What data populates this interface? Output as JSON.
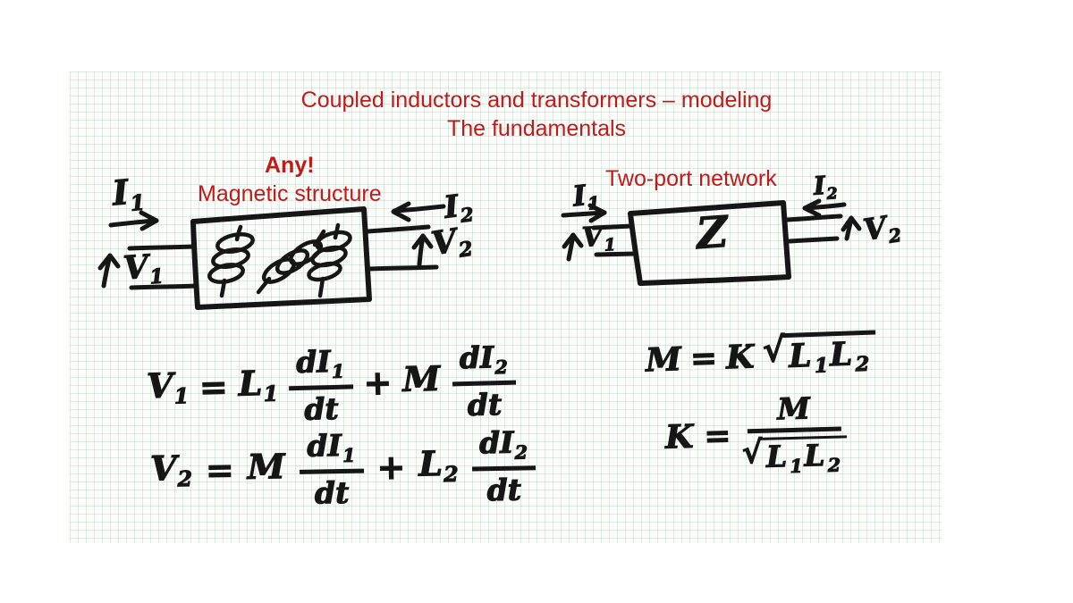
{
  "page": {
    "title_line1": "Coupled inductors and transformers  – modeling",
    "title_line2": "The fundamentals"
  },
  "left_diagram": {
    "heading_emphasis": "Any!",
    "heading": "Magnetic structure",
    "label_i1": "I",
    "label_i1_sub": "1",
    "label_v1": "V",
    "label_v1_sub": "1",
    "label_i2": "I",
    "label_i2_sub": "2",
    "label_v2": "V",
    "label_v2_sub": "2"
  },
  "right_diagram": {
    "heading": "Two-port network",
    "impedance_label": "Z",
    "label_i1": "I",
    "label_i1_sub": "1",
    "label_v1": "V",
    "label_v1_sub": "1",
    "label_i2": "I",
    "label_i2_sub": "2",
    "label_v2": "V",
    "label_v2_sub": "2"
  },
  "equations": {
    "eq1": {
      "lhs": "V",
      "lhs_sub": "1",
      "rel": "=",
      "coef1": "L",
      "coef1_sub": "1",
      "num1": "dI",
      "num1_sub": "1",
      "den1": "dt",
      "op": "+",
      "coef2": "M",
      "num2": "dI",
      "num2_sub": "2",
      "den2": "dt"
    },
    "eq2": {
      "lhs": "V",
      "lhs_sub": "2",
      "rel": "=",
      "coef1": "M",
      "num1": "dI",
      "num1_sub": "1",
      "den1": "dt",
      "op": "+",
      "coef2": "L",
      "coef2_sub": "2",
      "num2": "dI",
      "num2_sub": "2",
      "den2": "dt"
    },
    "eq3": {
      "lhs": "M",
      "rel": "=",
      "coef": "K",
      "radical": "√",
      "rad1": "L",
      "rad1_sub": "1",
      "rad2": "L",
      "rad2_sub": "2"
    },
    "eq4": {
      "lhs": "K",
      "rel": "=",
      "num": "M",
      "radical": "√",
      "rad1": "L",
      "rad1_sub": "1",
      "rad2": "L",
      "rad2_sub": "2"
    }
  },
  "colors": {
    "title_red": "#c01a1a",
    "ink_black": "#161616",
    "grid_line_green": "#d9e7db",
    "paper": "#fbfdfa",
    "margin_white": "#ffffff"
  }
}
